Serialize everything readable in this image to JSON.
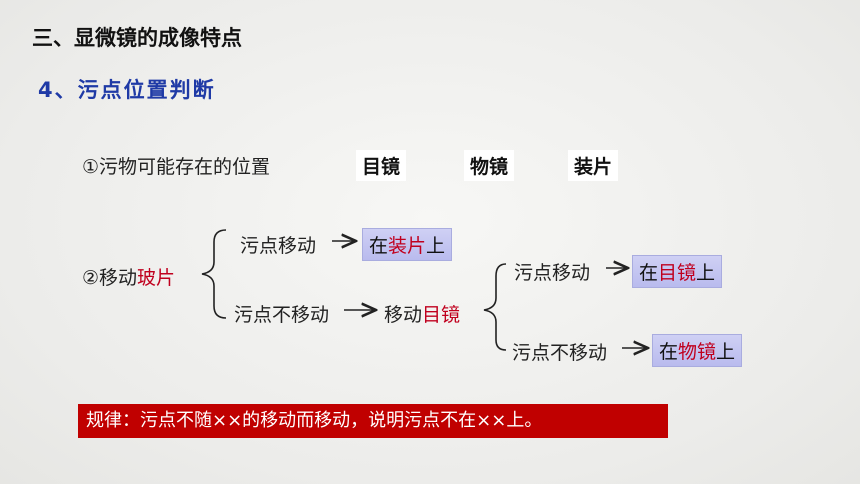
{
  "section_title": "三、显微镜的成像特点",
  "sub_title": "4、污点位置判断",
  "item1": {
    "label": "①污物可能存在的位置",
    "options": [
      "目镜",
      "物镜",
      "装片"
    ]
  },
  "item2": {
    "prefix": "②移动",
    "prefix_red": "玻片",
    "branch_move": "污点移动",
    "result_slide_pre": "在",
    "result_slide_red": "装片",
    "result_slide_post": "上",
    "branch_nomove": "污点不移动",
    "move_eyepiece_pre": "移动",
    "move_eyepiece_red": "目镜",
    "sub_move": "污点移动",
    "result_eye_pre": "在",
    "result_eye_red": "目镜",
    "result_eye_post": "上",
    "sub_nomove": "污点不移动",
    "result_obj_pre": "在",
    "result_obj_red": "物镜",
    "result_obj_post": "上"
  },
  "rule": "规律：污点不随××的移动而移动，说明污点不在××上。",
  "colors": {
    "title_blue": "#1f3aa6",
    "accent_red": "#c0001e",
    "rule_bg": "#c00000",
    "highlight": "#c4c6f1"
  }
}
